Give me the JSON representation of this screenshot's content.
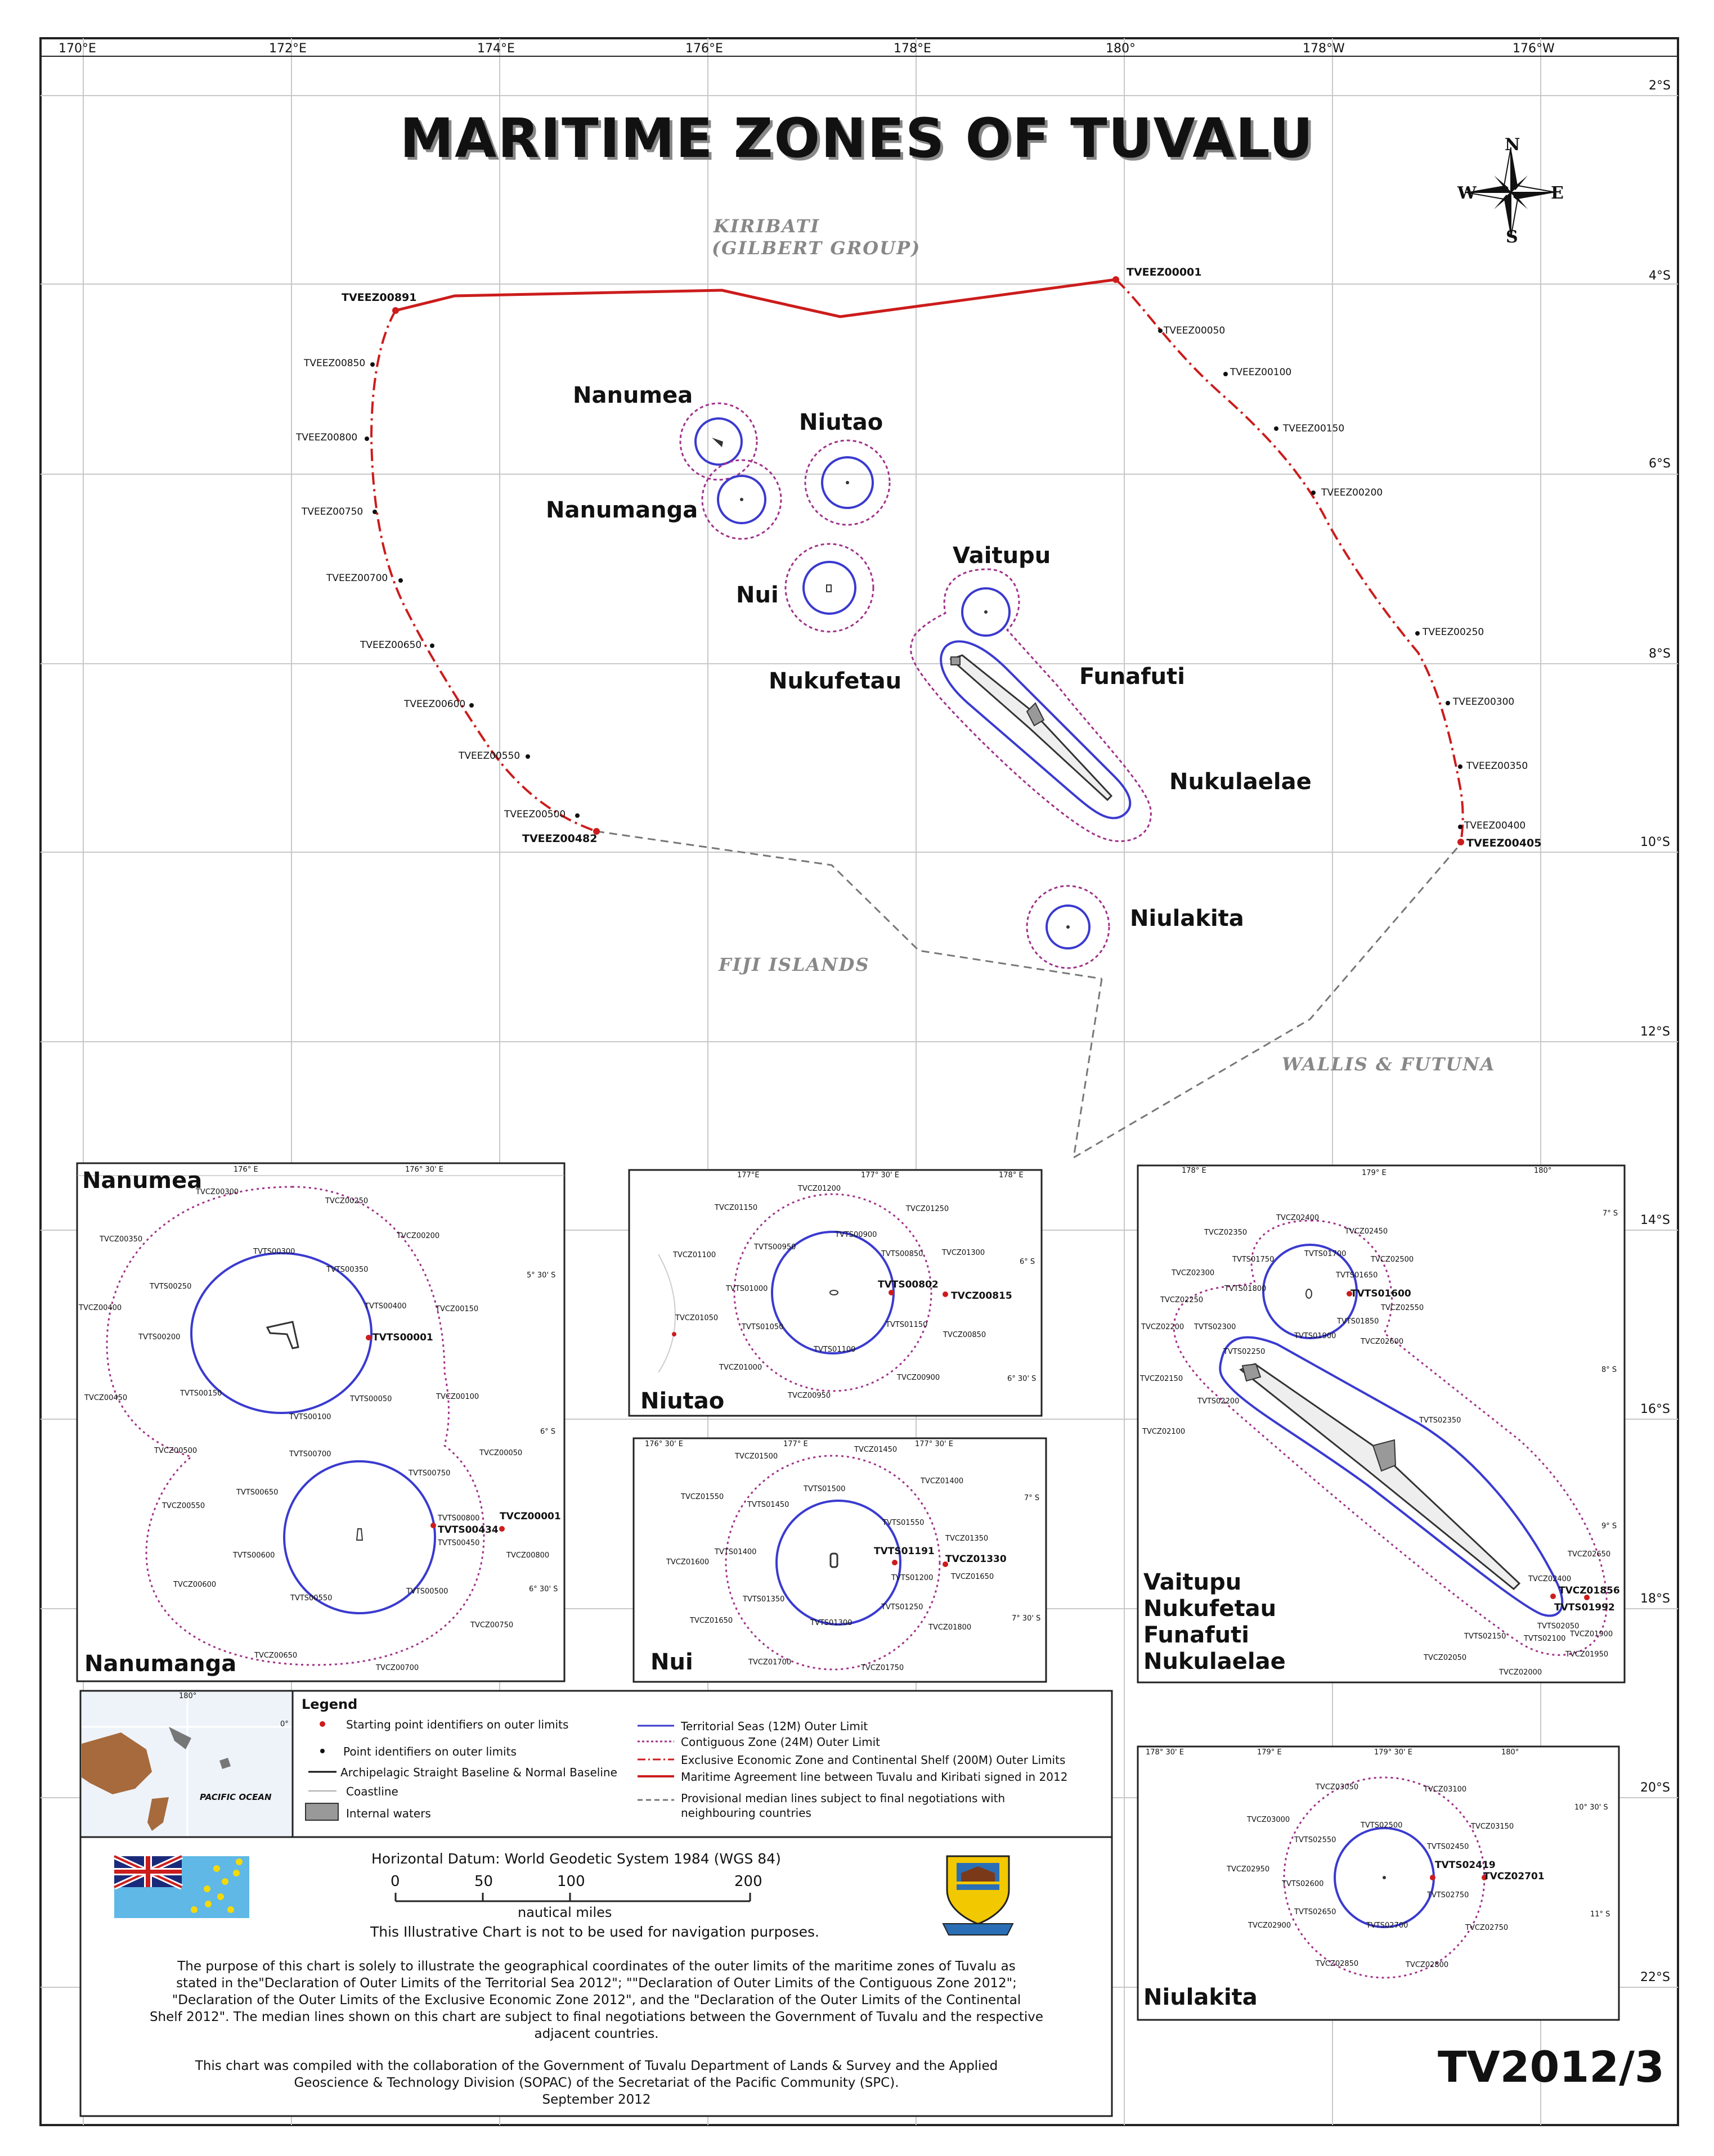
{
  "title": "MARITIME ZONES OF TUVALU",
  "lon_labels": [
    "170°E",
    "172°E",
    "174°E",
    "176°E",
    "178°E",
    "180°",
    "178°W",
    "176°W"
  ],
  "lat_labels": [
    "2°S",
    "4°S",
    "6°S",
    "8°S",
    "10°S",
    "12°S",
    "14°S",
    "16°S",
    "18°S",
    "20°S",
    "22°S"
  ],
  "compass": {
    "n": "N",
    "s": "S",
    "e": "E",
    "w": "W"
  },
  "countries": {
    "kiribati1": "KIRIBATI",
    "kiribati2": "(GILBERT GROUP)",
    "fiji": "FIJI ISLANDS",
    "wallis": "WALLIS & FUTUNA"
  },
  "islands": {
    "nanumea": "Nanumea",
    "niutao": "Niutao",
    "nanumanga": "Nanumanga",
    "nui": "Nui",
    "vaitupu": "Vaitupu",
    "nukufetau": "Nukufetau",
    "funafuti": "Funafuti",
    "nukulaelae": "Nukulaelae",
    "niulakita": "Niulakita"
  },
  "eez_points": {
    "p00891": "TVEEZ00891",
    "p00850": "TVEEZ00850",
    "p00800": "TVEEZ00800",
    "p00750": "TVEEZ00750",
    "p00700": "TVEEZ00700",
    "p00650": "TVEEZ00650",
    "p00600": "TVEEZ00600",
    "p00550": "TVEEZ00550",
    "p00500": "TVEEZ00500",
    "p00482": "TVEEZ00482",
    "p00001": "TVEEZ00001",
    "p00050": "TVEEZ00050",
    "p00100": "TVEEZ00100",
    "p00150": "TVEEZ00150",
    "p00200": "TVEEZ00200",
    "p00250": "TVEEZ00250",
    "p00300": "TVEEZ00300",
    "p00350": "TVEEZ00350",
    "p00400": "TVEEZ00400",
    "p00405": "TVEEZ00405"
  },
  "inset_nanumea": {
    "name_top": "Nanumea",
    "name_bottom": "Nanumanga",
    "coord_top1": "176° E",
    "coord_top2": "176° 30' E",
    "lat1": "5° 30' S",
    "lat2": "6° S",
    "lat3": "6° 30' S",
    "labels": {
      "a": "TVCZ00300",
      "b": "TVCZ00250",
      "c": "TVCZ00350",
      "d": "TVCZ00200",
      "e": "TVTS00300",
      "f": "TVTS00350",
      "g": "TVTS00250",
      "h": "TVTS00400",
      "i": "TVCZ00400",
      "j": "TVCZ00150",
      "k": "TVTS00200",
      "l": "TVTS00001",
      "m": "TVTS00150",
      "n": "TVTS00050",
      "o": "TVCZ00450",
      "p": "TVCZ00100",
      "q": "TVTS00100",
      "r": "TVCZ00500",
      "s": "TVTS00700",
      "t": "TVCZ00050",
      "u": "TVTS00750",
      "v": "TVTS00650",
      "w": "TVCZ00550",
      "x": "TVTS00800",
      "y": "TVCZ00001",
      "z": "TVTS00434",
      "aa": "TVTS00450",
      "ab": "TVTS00600",
      "ac": "TVCZ00800",
      "ad": "TVCZ00600",
      "ae": "TVTS00550",
      "af": "TVTS00500",
      "ag": "TVCZ00750",
      "ah": "TVCZ00650",
      "ai": "TVCZ00700"
    }
  },
  "inset_niutao": {
    "name": "Niutao",
    "coord1": "177°E",
    "coord2": "177° 30' E",
    "coord3": "178° E",
    "lat1": "6° S",
    "lat2": "6° 30' S",
    "labels": {
      "a": "TVCZ01200",
      "b": "TVCZ01150",
      "c": "TVCZ01250",
      "d": "TVTS00900",
      "e": "TVTS00950",
      "f": "TVTS00850",
      "g": "TVCZ01300",
      "h": "TVCZ01100",
      "i": "TVTS01000",
      "j": "TVTS00802",
      "k": "TVCZ00815",
      "l": "TVCZ01050",
      "m": "TVTS01050",
      "n": "TVTS01150",
      "o": "TVCZ00850",
      "p": "TVTS01100",
      "q": "TVCZ01000",
      "r": "TVCZ00900",
      "s": "TVCZ00950"
    }
  },
  "inset_nui": {
    "name": "Nui",
    "coord1": "176° 30' E",
    "coord2": "177° E",
    "coord3": "177° 30' E",
    "lat1": "7° S",
    "lat2": "7° 30' S",
    "labels": {
      "a": "TVCZ01500",
      "b": "TVCZ01450",
      "c": "TVCZ01400",
      "d": "TVCZ01550",
      "e": "TVTS01500",
      "f": "TVTS01450",
      "g": "TVTS01550",
      "h": "TVCZ01350",
      "i": "TVTS01400",
      "j": "TVTS01191",
      "k": "TVCZ01330",
      "l": "TVCZ01600",
      "m": "TVCZ01650",
      "n": "TVTS01350",
      "o": "TVTS01200",
      "p": "TVTS01250",
      "q": "TVCZ01650",
      "r": "TVTS01300",
      "s": "TVCZ01800",
      "t": "TVCZ01700",
      "u": "TVCZ01750"
    }
  },
  "inset_vaitupu": {
    "names": [
      "Vaitupu",
      "Nukufetau",
      "Funafuti",
      "Nukulaelae"
    ],
    "coord1": "178° E",
    "coord2": "179° E",
    "coord3": "180°",
    "lat1": "7° S",
    "lat2": "8° S",
    "lat3": "9° S",
    "labels": {
      "a": "TVCZ02400",
      "b": "TVCZ02350",
      "c": "TVCZ02450",
      "d": "TVTS01750",
      "e": "TVTS01700",
      "f": "TVCZ02500",
      "g": "TVCZ02300",
      "h": "TVTS01650",
      "i": "TVTS01800",
      "j": "TVTS01600",
      "k": "TVCZ02250",
      "l": "TVCZ02550",
      "m": "TVTS01850",
      "n": "TVCZ02200",
      "o": "TVTS02300",
      "p": "TVTS01900",
      "q": "TVCZ02600",
      "r": "TVTS02250",
      "s": "TVCZ02150",
      "t": "TVTS02200",
      "u": "TVTS02350",
      "v": "TVCZ02100",
      "w": "TVCZ02650",
      "x": "TVCZ02400",
      "y": "TVCZ01856",
      "z": "TVTS01992",
      "aa": "TVTS02050",
      "ab": "TVTS02150",
      "ac": "TVTS02100",
      "ad": "TVCZ01900",
      "ae": "TVCZ02050",
      "af": "TVCZ01950",
      "ag": "TVCZ02000"
    }
  },
  "inset_niulakita": {
    "name": "Niulakita",
    "coord1": "178° 30' E",
    "coord2": "179° E",
    "coord3": "179° 30' E",
    "coord4": "180°",
    "lat1": "10° 30' S",
    "lat2": "11° S",
    "labels": {
      "a": "TVCZ03050",
      "b": "TVCZ03100",
      "c": "TVCZ03000",
      "d": "TVTS02500",
      "e": "TVCZ03150",
      "f": "TVTS02550",
      "g": "TVTS02450",
      "h": "TVCZ02950",
      "i": "TVTS02419",
      "j": "TVCZ02701",
      "k": "TVTS02600",
      "l": "TVTS02750",
      "m": "TVTS02650",
      "n": "TVCZ02900",
      "o": "TVTS02700",
      "p": "TVCZ02750",
      "q": "TVCZ02850",
      "r": "TVCZ02800"
    }
  },
  "locator": {
    "pacific": "PACIFIC OCEAN",
    "lon": "180°",
    "lat": "0°"
  },
  "legend": {
    "title": "Legend",
    "left": [
      "Starting point identifiers on outer limits",
      "Point identifiers on outer limits",
      "Archipelagic Straight Baseline & Normal Baseline",
      "Coastline",
      "Internal waters"
    ],
    "right": [
      "Territorial Seas (12M) Outer Limit",
      "Contiguous Zone (24M) Outer Limit",
      "Exclusive Economic Zone and Continental Shelf (200M) Outer Limits",
      "Maritime Agreement line between Tuvalu and Kiribati signed in 2012",
      "Provisional median lines subject to final negotiations with",
      "neighbouring countries"
    ]
  },
  "datum": "Horizontal Datum: World Geodetic System 1984 (WGS 84)",
  "scale": {
    "t0": "0",
    "t50": "50",
    "t100": "100",
    "t200": "200",
    "unit": "nautical miles"
  },
  "navnote": "This Illustrative Chart is not to be used for navigation purposes.",
  "purpose": [
    "The purpose of this chart is solely to illustrate the geographical coordinates of the outer limits of the maritime zones of Tuvalu as",
    "stated in the\"Declaration of Outer Limits of the Territorial Sea 2012\"; \"\"Declaration of Outer Limits of the Contiguous Zone 2012\";",
    "\"Declaration of the Outer Limits of the Exclusive Economic Zone 2012\", and the \"Declaration of the Outer Limits of the Continental",
    "Shelf 2012\". The median lines shown on this chart are subject to final negotiations between the Government of Tuvalu and the respective",
    "adjacent countries."
  ],
  "compiled": [
    "This chart was  compiled with the collaboration of the Government of Tuvalu Department of Lands & Survey and the Applied",
    "Geoscience & Technology Division (SOPAC) of the Secretariat of the Pacific Community (SPC).",
    "September 2012"
  ],
  "chart_code": "TV2012/3",
  "colors": {
    "ts": "#3a3ad0",
    "cz": "#a0308a",
    "eez": "#cc1c1c",
    "median": "#777777",
    "land": "#999999"
  }
}
